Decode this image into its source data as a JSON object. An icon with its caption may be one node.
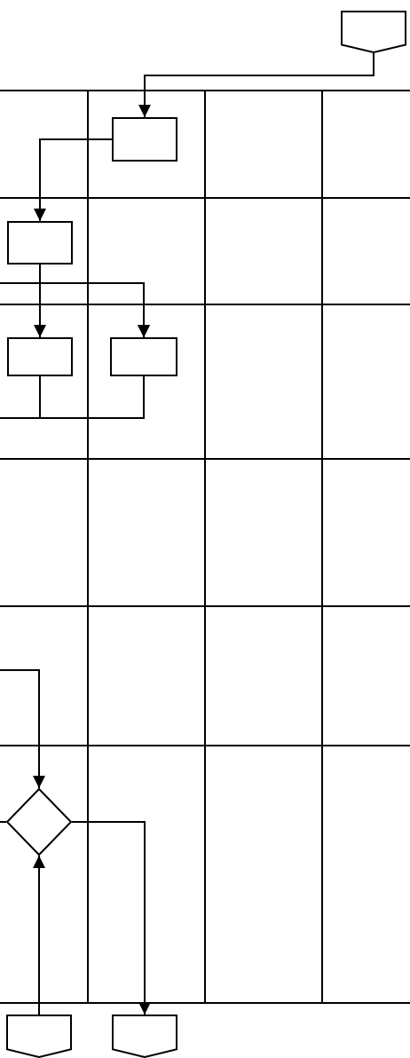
{
  "diagram": {
    "nodes": [
      {
        "text": [],
        "shape": "pentagon"
      },
      {
        "text": [],
        "shape": "box"
      },
      {
        "text": [],
        "shape": "box"
      },
      {
        "text": [],
        "shape": "box"
      },
      {
        "text": [],
        "shape": "box"
      },
      {
        "text": [],
        "shape": "diamond"
      },
      {
        "text": [],
        "shape": "pentagon"
      },
      {
        "text": [],
        "shape": "pentagon"
      }
    ],
    "edges": [
      {
        "from": 0,
        "to": 1,
        "arrow": "to"
      },
      {
        "from": 1,
        "to": 2,
        "arrow": "to"
      },
      {
        "from": 2,
        "to": 3,
        "arrow": "to"
      },
      {
        "from": 2,
        "to": 4,
        "arrow": "to"
      },
      {
        "from": null,
        "to": 4,
        "arrow": "to"
      },
      {
        "from": 3,
        "to": null,
        "arrow": "none"
      },
      {
        "from": 4,
        "to": null,
        "arrow": "none"
      },
      {
        "from": null,
        "to": 5,
        "arrow": "to"
      },
      {
        "from": null,
        "to": 5,
        "arrow": "none"
      },
      {
        "from": 5,
        "to": 7,
        "arrow": "to"
      },
      {
        "from": 6,
        "to": 5,
        "arrow": "to"
      }
    ]
  }
}
